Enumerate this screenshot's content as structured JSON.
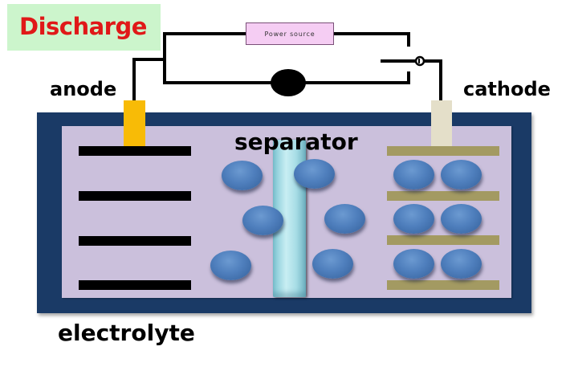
{
  "title": "Discharge",
  "labels": {
    "anode": "anode",
    "cathode": "cathode",
    "separator": "separator",
    "electrolyte": "electrolyte"
  },
  "circuit": {
    "power_source_label": "Power source",
    "load_symbol": "load-ellipse",
    "switch_symbol": "switch"
  },
  "colors": {
    "title_text": "#e01818",
    "title_background": "#ccf5cc",
    "case": "#1a3a66",
    "electrolyte": "#cbc0dc",
    "anode_tab": "#f8bb06",
    "cathode_tab": "#e4dfc9",
    "anode_plate": "#000000",
    "cathode_plate": "#a39a62",
    "ion": "#4f7fbd",
    "separator": "#a8dde6",
    "power_source": "#f5cdf3"
  },
  "components": {
    "anode_plate_count": 4,
    "cathode_plate_count": 4,
    "ions_in_electrolyte": 6,
    "ions_in_cathode": 6
  }
}
